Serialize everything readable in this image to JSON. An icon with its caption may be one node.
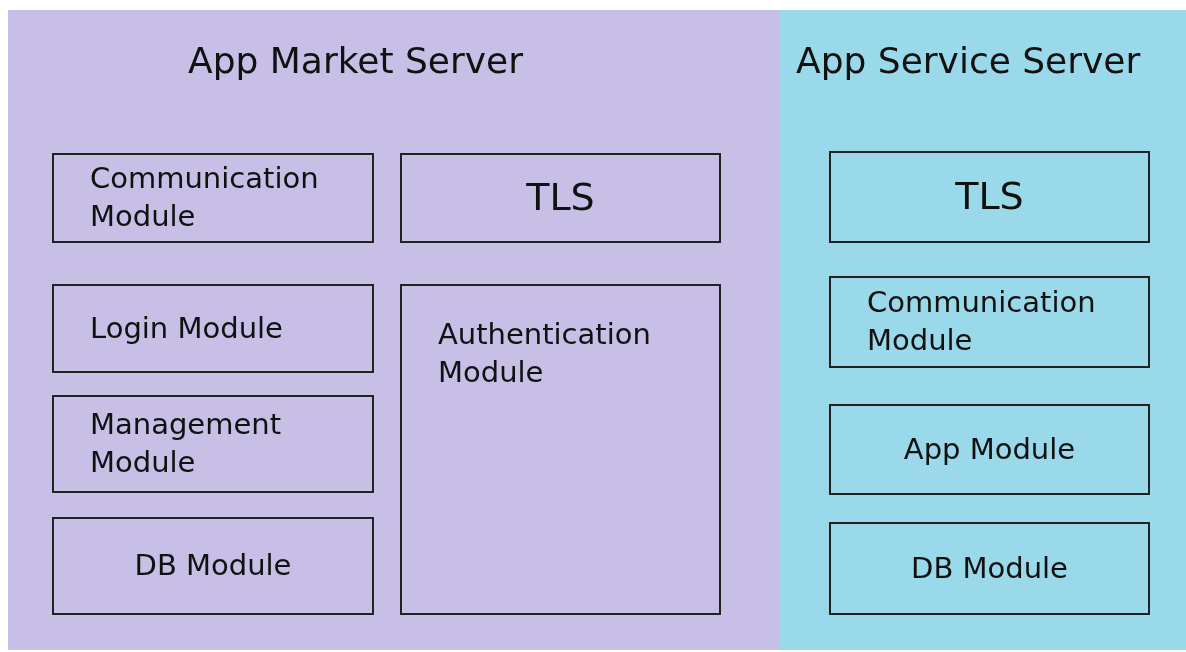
{
  "diagram": {
    "nodes": [
      {
        "text": [
          "App Market Server"
        ]
      },
      {
        "text": [
          "Communication Module"
        ],
        "in": 0
      },
      {
        "text": [
          "TLS"
        ],
        "in": 0
      },
      {
        "text": [
          "Login Module"
        ],
        "in": 0
      },
      {
        "text": [
          "Authentication Module"
        ],
        "in": 0
      },
      {
        "text": [
          "Management Module"
        ],
        "in": 0
      },
      {
        "text": [
          "DB Module"
        ],
        "in": 0
      },
      {
        "text": [
          "App Service Server"
        ]
      },
      {
        "text": [
          "TLS"
        ],
        "in": 7
      },
      {
        "text": [
          "Communication Module"
        ],
        "in": 7
      },
      {
        "text": [
          "App Module"
        ],
        "in": 7
      },
      {
        "text": [
          "DB Module"
        ],
        "in": 7
      }
    ]
  }
}
